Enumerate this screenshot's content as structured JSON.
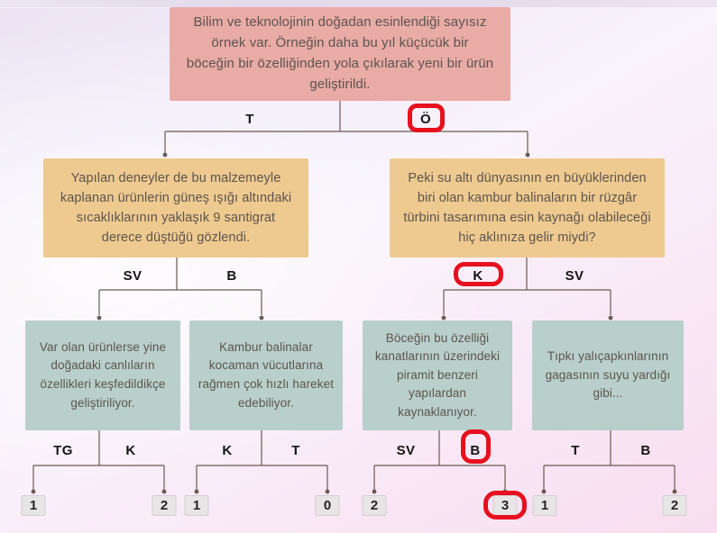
{
  "diagram": {
    "title_hint": "dichotomous-key decision tree (Turkish biomimicry exercise)",
    "root": {
      "text": "Bilim ve teknolojinin doğadan esinlendiği sayısız örnek var. Örneğin daha bu yıl küçücük bir böceğin bir özelliğinden yola çıkılarak yeni bir ürün geliştirildi."
    },
    "branches_l1": {
      "left": "T",
      "right": "Ö"
    },
    "nodes_l1": {
      "left": "Yapılan deneyler de bu malzemeyle kaplanan ürünlerin güneş ışığı altındaki sıcaklıklarının yaklaşık 9 santigrat derece düştüğü gözlendi.",
      "right": "Peki su altı dünyasının en büyüklerinden biri olan kambur balinaların bir rüzgâr türbini tasarımına esin kaynağı olabileceği hiç aklınıza gelir miydi?"
    },
    "branches_l2": {
      "left": [
        "SV",
        "B"
      ],
      "right": [
        "K",
        "SV"
      ]
    },
    "nodes_l2": [
      "Var olan ürünlerse yine doğadaki canlıların özellikleri keşfedildikçe geliştiriliyor.",
      "Kambur balinalar kocaman vücutlarına rağmen çok hızlı hareket edebiliyor.",
      "Böceğin bu özelliği kanatlarının üzerindeki piramit benzeri yapılardan kaynaklanıyor.",
      "Tıpkı yalıçapkınlarının gagasının suyu yardığı gibi..."
    ],
    "branches_l3": [
      [
        "TG",
        "K"
      ],
      [
        "K",
        "T"
      ],
      [
        "SV",
        "B"
      ],
      [
        "T",
        "B"
      ]
    ],
    "leaves": [
      "1",
      "2",
      "1",
      "0",
      "2",
      "3",
      "1",
      "2"
    ],
    "circled_labels": [
      "Ö",
      "K",
      "B",
      "3"
    ],
    "colors": {
      "root_box": "#e9aba6",
      "question_box": "#eeca90",
      "statement_box": "#b9cfcc",
      "leaf_box": "#e7e5e6",
      "line": "#6b5a53",
      "highlight_ring": "#e6101f",
      "background_top": "#ebe3f3",
      "background_bottom": "#f8def0"
    }
  }
}
